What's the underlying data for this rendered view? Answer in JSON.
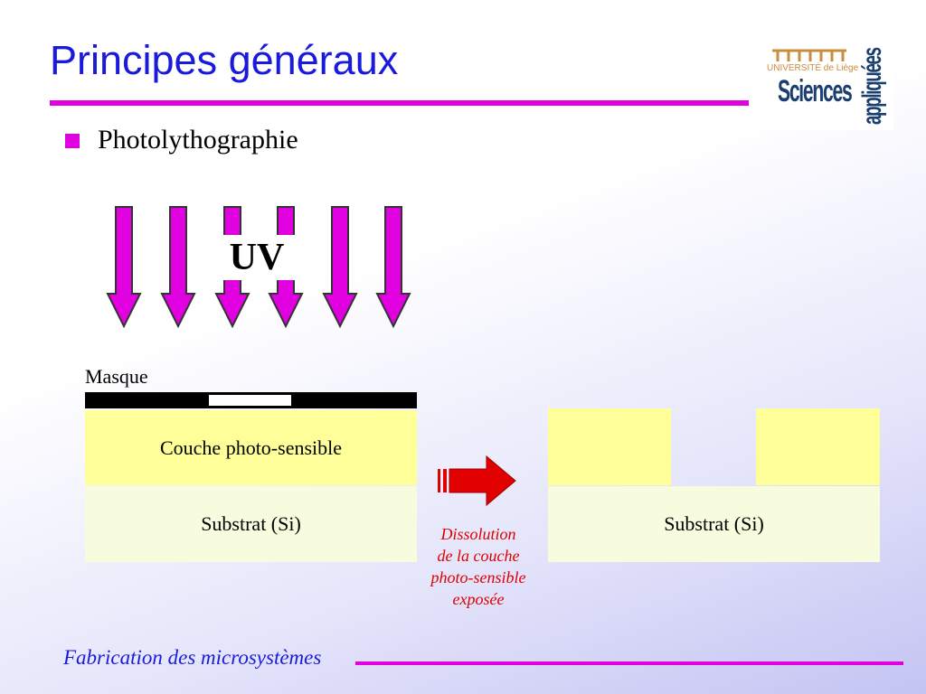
{
  "slide": {
    "title": "Principes généraux",
    "bullet": "Photolythographie",
    "footer": "Fabrication des microsystèmes"
  },
  "logo": {
    "university": "UNIVERSITÉ de Liège",
    "sciences": "Sciences",
    "appliquees": "appliquées"
  },
  "diagram": {
    "uv_label": "UV",
    "mask_label": "Masque",
    "resist_label": "Couche photo-sensible",
    "substrate_left_label": "Substrat (Si)",
    "substrate_right_label": "Substrat (Si)",
    "process_caption": [
      "Dissolution",
      "de la couche",
      "photo-sensible",
      "exposée"
    ]
  },
  "colors": {
    "title_blue": "#1a1adc",
    "accent_magenta": "#e000e0",
    "resist_yellow": "#ffff99",
    "substrate": "#f8fcdf",
    "caption_red": "#e00000",
    "logo_navy": "#1a3f6e",
    "logo_gold": "#c98d3c"
  }
}
